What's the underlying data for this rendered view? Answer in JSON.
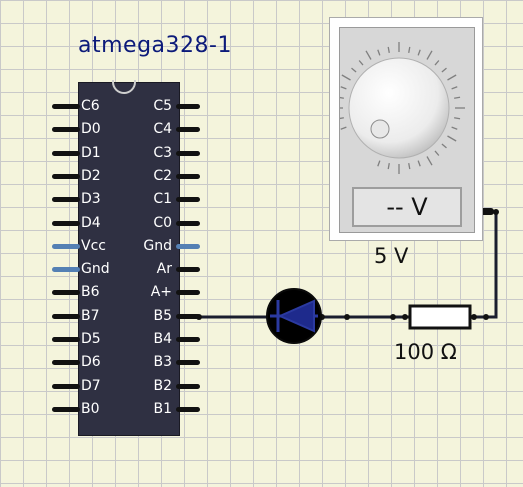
{
  "chip": {
    "title": "atmega328-1",
    "left_pins": [
      "C6",
      "D0",
      "D1",
      "D2",
      "D3",
      "D4",
      "Vcc",
      "Gnd",
      "B6",
      "B7",
      "D5",
      "D6",
      "D7",
      "B0"
    ],
    "right_pins": [
      "C5",
      "C4",
      "C3",
      "C2",
      "C1",
      "C0",
      "Gnd",
      "Ar",
      "A+",
      "B5",
      "B4",
      "B3",
      "B2",
      "B1"
    ]
  },
  "voltage_source": {
    "display": "-- V",
    "voltage_label": "5 V"
  },
  "resistor": {
    "label": "100 Ω"
  },
  "colors": {
    "chip": "#2f3042",
    "title": "#0c1a7a",
    "power_pin": "#5480b4",
    "diode": "#1a1a6e",
    "wire": "#1a1d2e"
  }
}
